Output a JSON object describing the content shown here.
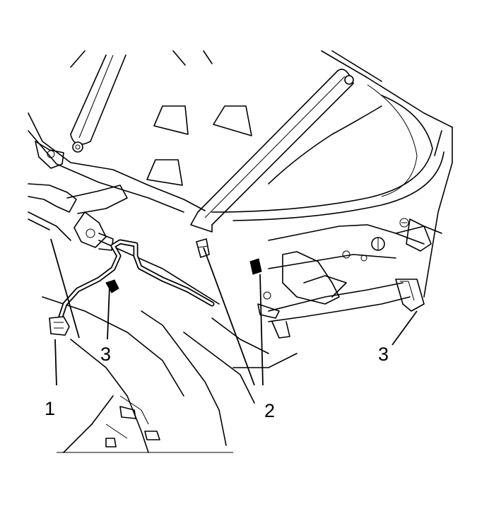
{
  "callouts": {
    "one": "1",
    "two": "2",
    "three_left": "3",
    "three_right": "3"
  }
}
